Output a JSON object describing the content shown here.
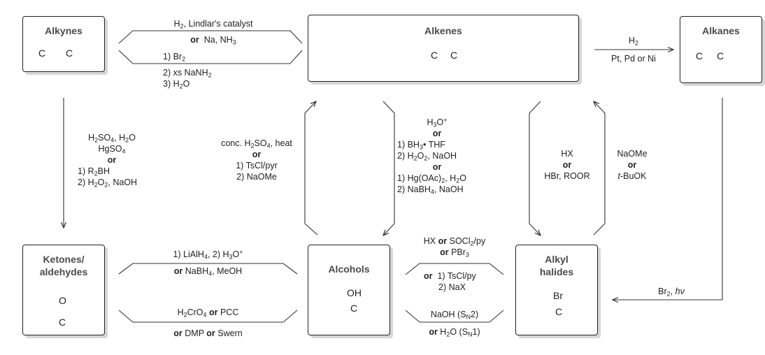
{
  "boxes": {
    "alkynes": "Alkynes",
    "alkenes": "Alkenes",
    "alkanes": "Alkanes",
    "ketones_line1": "Ketones/",
    "ketones_line2": "aldehydes",
    "alcohols": "Alcohols",
    "alkyl_line1": "Alkyl",
    "alkyl_line2": "halides"
  },
  "atoms": {
    "C": "C",
    "O": "O",
    "OH": "OH",
    "Br": "Br"
  },
  "conditions": {
    "alkyne_alkene_1": "Lindlar's catalyst",
    "alkyne_alkene_2a": "Na, NH",
    "alkene_alkyne_1": "1) Br",
    "alkene_alkyne_2": "2) xs NaNH",
    "alkene_alkyne_3": "3) H",
    "alkene_alkyne_3b": "O",
    "alkane_cat": "Pt, Pd or Ni",
    "alkyne_ketone_1a": "SO",
    "alkyne_ketone_1b": ", H",
    "alkyne_ketone_2": "HgSO",
    "alkyne_ketone_4": "1) R",
    "alkyne_ketone_4b": "BH",
    "alkyne_ketone_5": "2) H",
    "alkyne_ketone_5b": ", NaOH",
    "dehydration_1": "conc. H",
    "dehydration_1b": ", heat",
    "dehydration_3": "1) TsCl/pyr",
    "dehydration_4": "2) NaOMe",
    "hydration_1": "H",
    "hydration_3": "1) BH",
    "hydration_3b": "• THF",
    "hydration_4": "2) H",
    "hydration_4b": ", NaOH",
    "hydration_6": "1) Hg(OAc)",
    "hydration_6b": ", H",
    "hydration_7": "2) NaBH",
    "hydration_7b": ", NaOH",
    "hx_1": "HX",
    "hx_3": "HBr, ROOR",
    "elim_1": "NaOMe",
    "elim_3": "-BuOK",
    "elim_3a": "t",
    "reduction_1": "1) LiAlH",
    "reduction_1b": ", 2) H",
    "reduction_2": "NaBH",
    "reduction_2b": ", MeOH",
    "oxidation_1": "PCC",
    "oxidation_1a": "CrO",
    "oxidation_2": "DMP",
    "oxidation_2b": "Swern",
    "halide_form_1": "HX",
    "halide_form_1b": "SOCl",
    "halide_form_1c": "/py",
    "halide_form_2": "PBr",
    "halide_form_3": "1) TsCl/py",
    "halide_form_4": "2) NaX",
    "subst_1": "NaOH (S",
    "subst_1b": "2)",
    "subst_2": "O (S",
    "subst_2b": "1)",
    "radical_1": "Br",
    "radical_1b": ", ",
    "radical_hv": "hν"
  },
  "glyph": {
    "or": "or",
    "H": "H",
    "O": "O",
    "N": "N",
    "2": "2",
    "3": "3",
    "4": "4",
    "plus": "+"
  }
}
